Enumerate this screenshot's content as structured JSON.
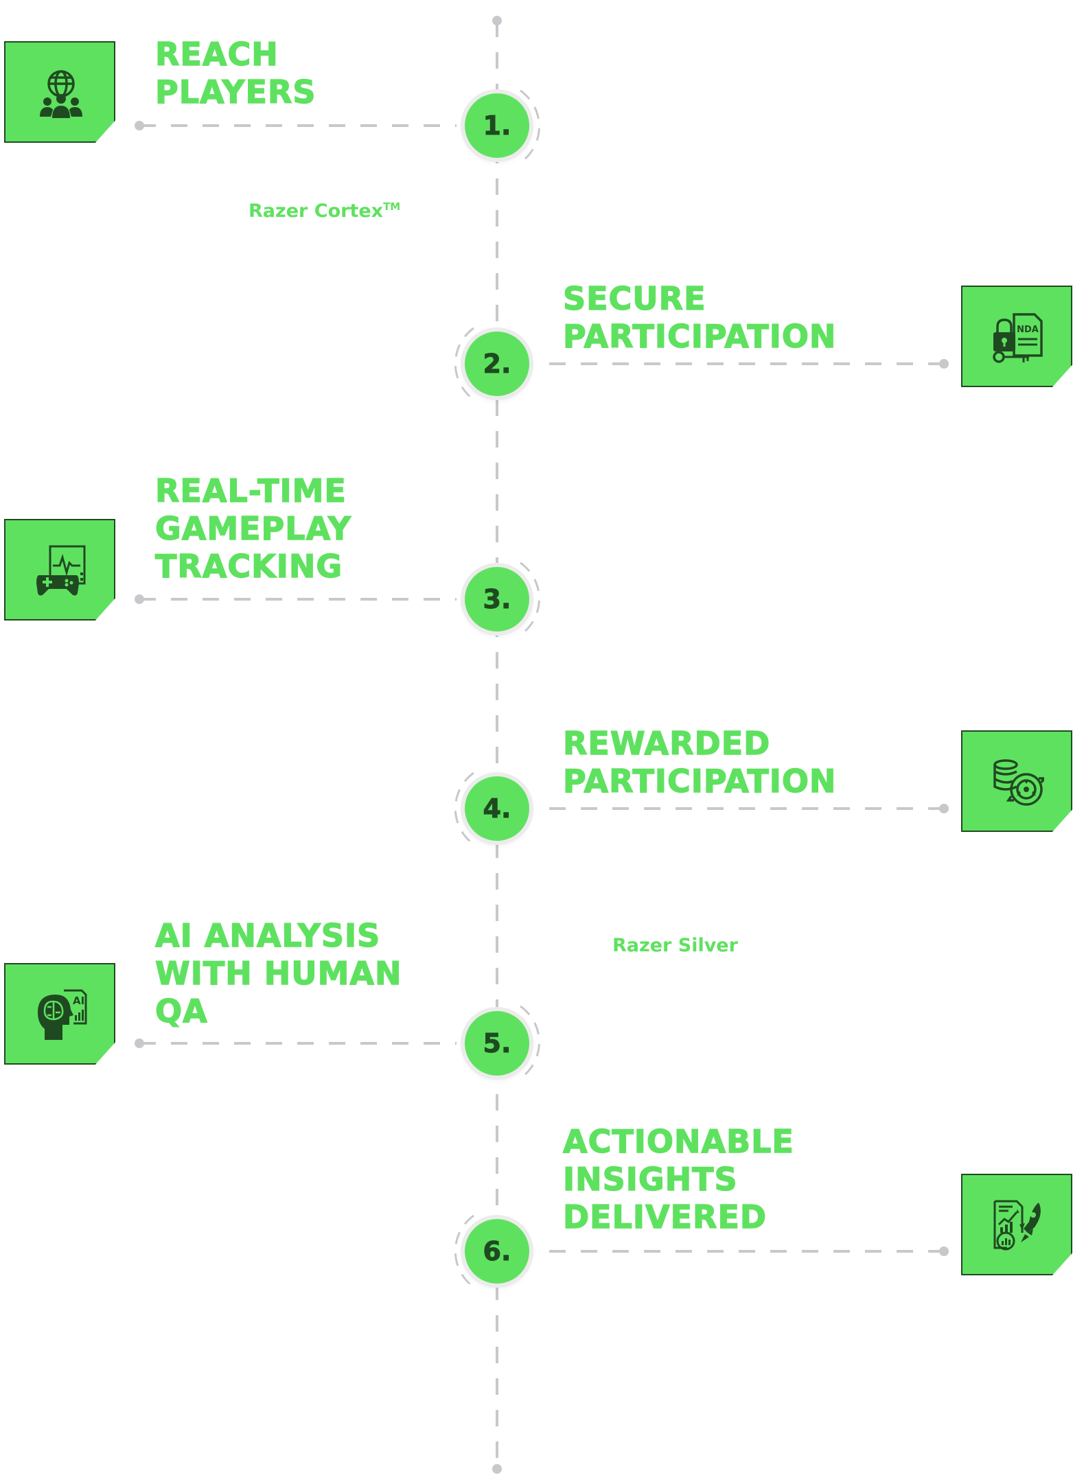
{
  "theme": {
    "accent": "#5fe160",
    "dark": "#1f4a21",
    "line": "#c8c8cc"
  },
  "steps": [
    {
      "number": "1.",
      "title_lines": [
        "REACH",
        "PLAYERS"
      ],
      "icon": "globe-users-icon"
    },
    {
      "number": "2.",
      "title_lines": [
        "SECURE",
        "PARTICIPATION"
      ],
      "icon": "lock-nda-key-icon",
      "icon_text": "NDA"
    },
    {
      "number": "3.",
      "title_lines": [
        "REAL-TIME",
        "GAMEPLAY",
        "TRACKING"
      ],
      "icon": "gamepad-monitor-icon"
    },
    {
      "number": "4.",
      "title_lines": [
        "REWARDED",
        "PARTICIPATION"
      ],
      "icon": "coins-reward-icon"
    },
    {
      "number": "5.",
      "title_lines": [
        "AI ANALYSIS",
        "WITH HUMAN",
        "QA"
      ],
      "icon": "ai-brain-head-icon",
      "icon_text": "AI"
    },
    {
      "number": "6.",
      "title_lines": [
        "ACTIONABLE",
        "INSIGHTS",
        "DELIVERED"
      ],
      "icon": "report-rocket-icon"
    }
  ],
  "notes": {
    "cortex": "Razer Cortex",
    "cortex_tm": "TM",
    "silver": "Razer Silver"
  }
}
